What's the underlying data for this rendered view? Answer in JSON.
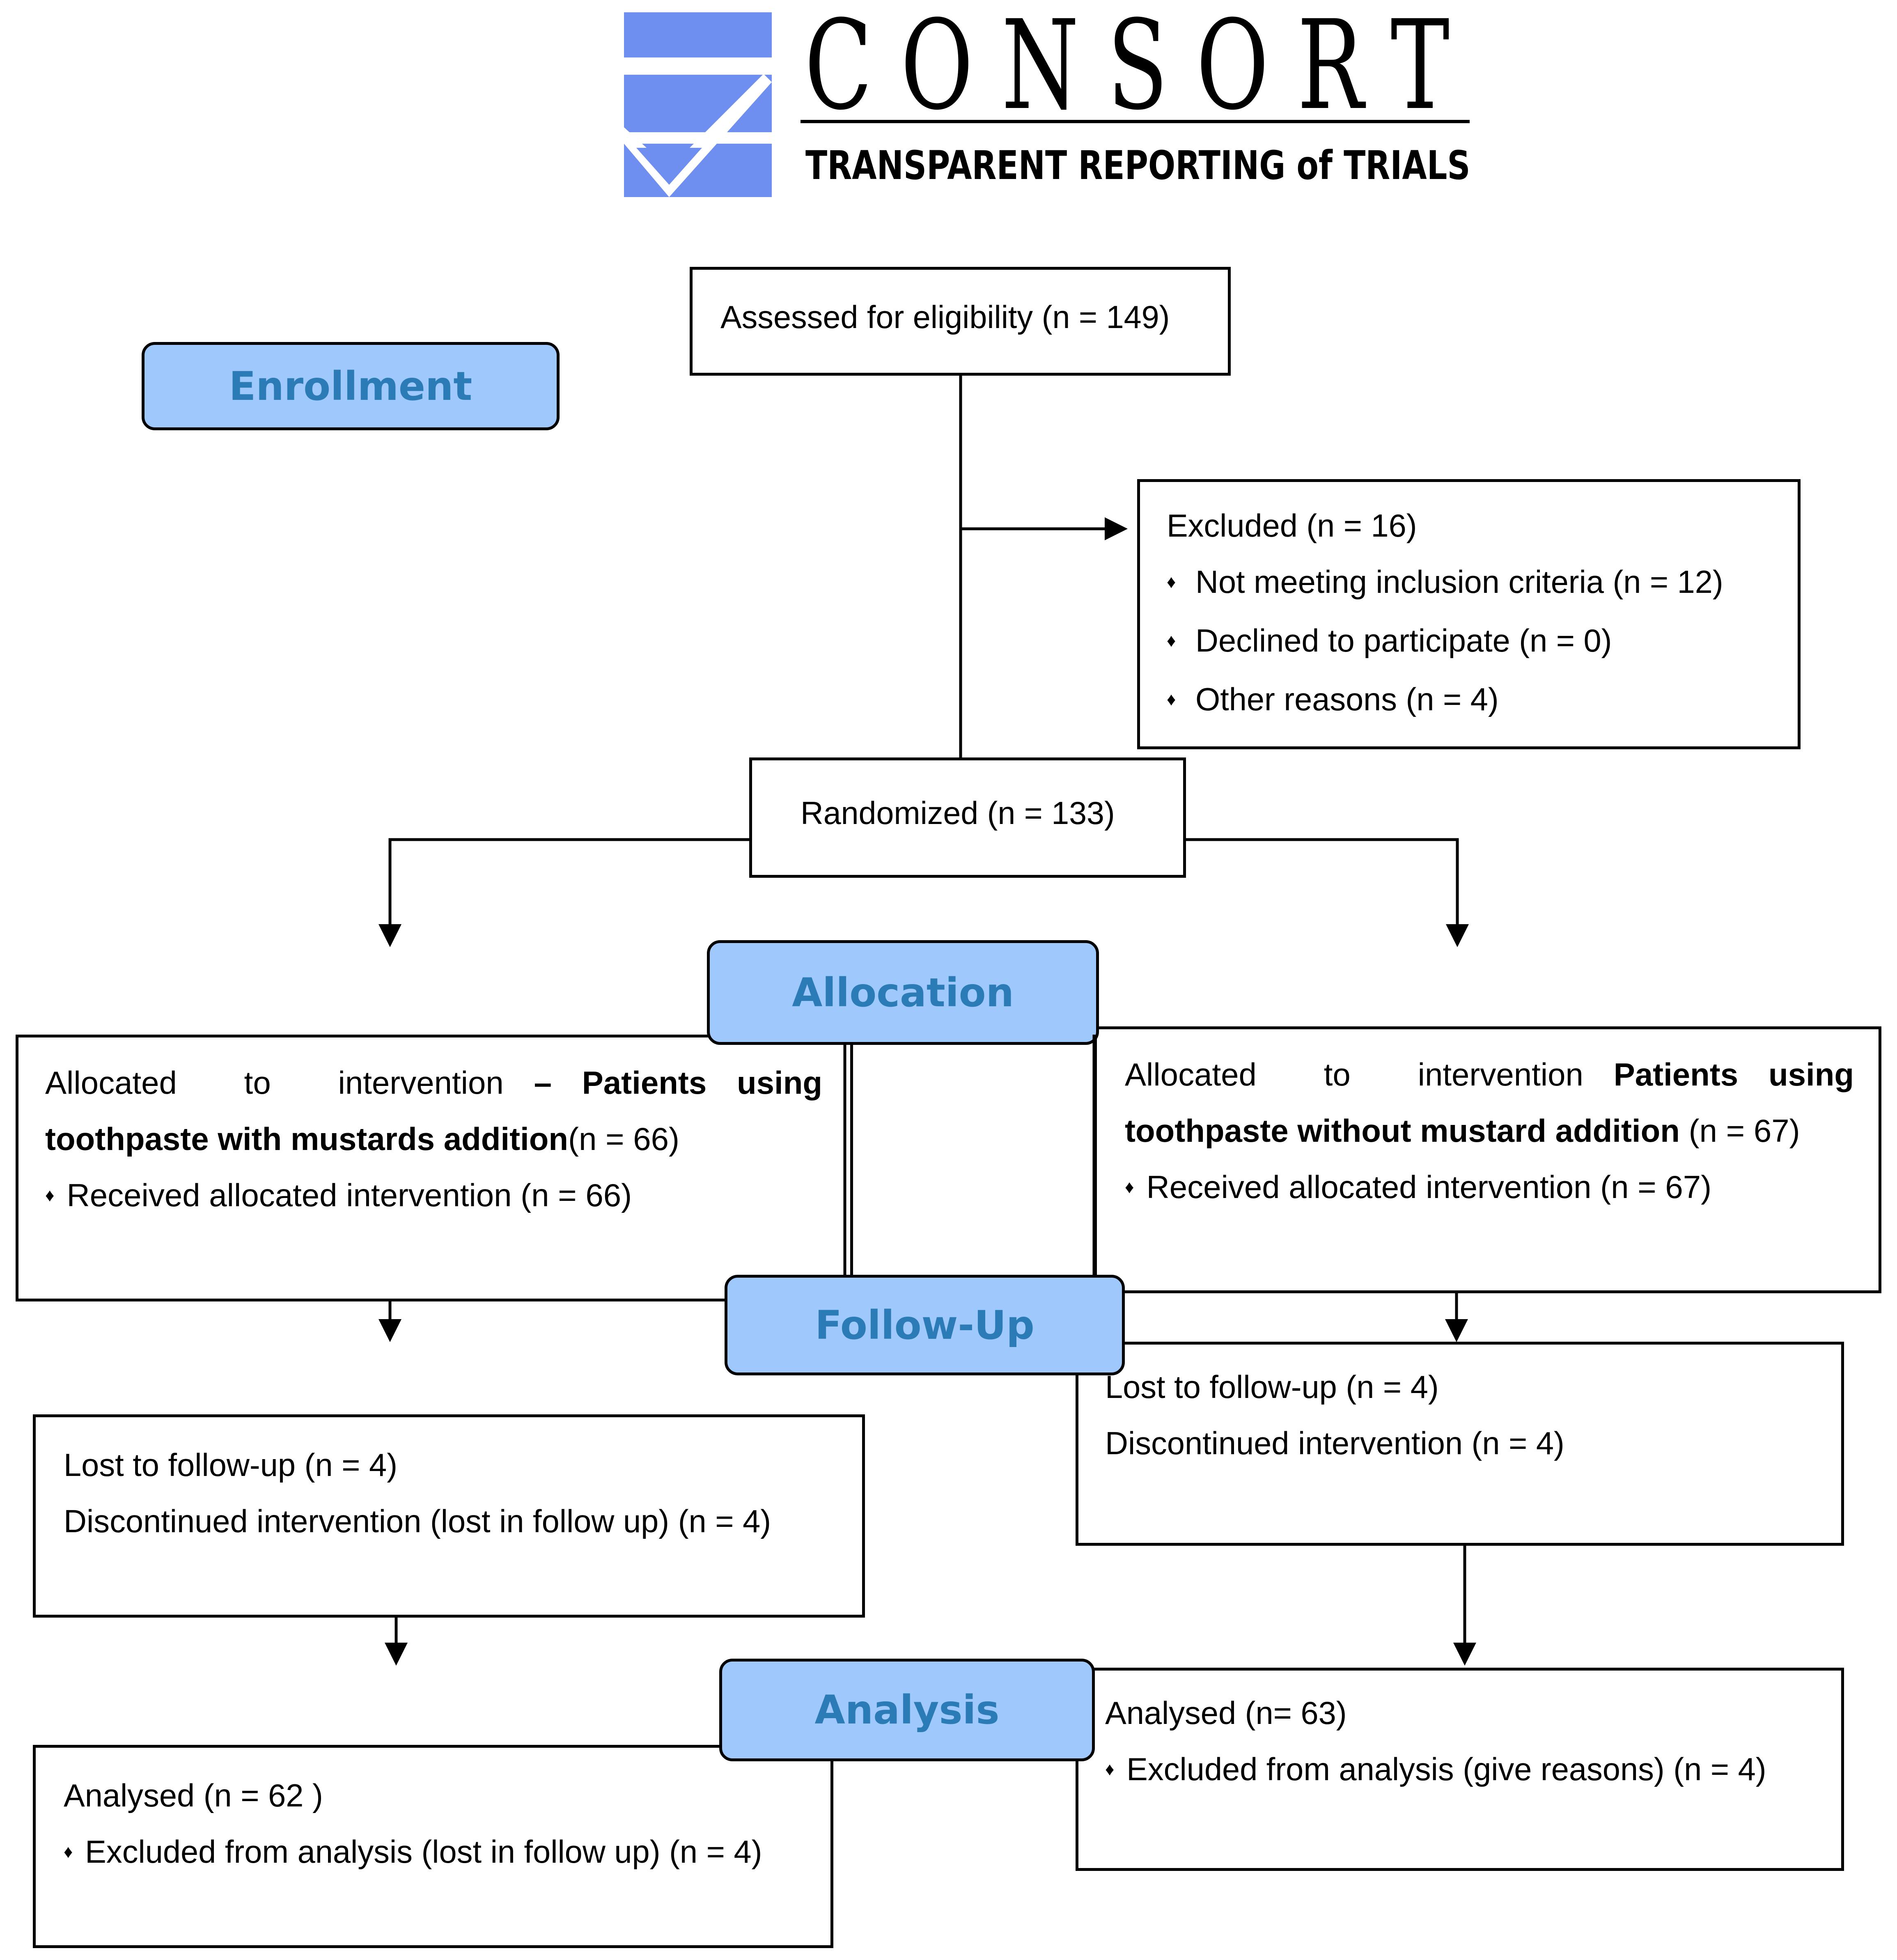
{
  "logo": {
    "name": "CONSORT",
    "tagline": "TRANSPARENT REPORTING of TRIALS",
    "color": "#6f8ff0"
  },
  "stages": {
    "enrollment": "Enrollment",
    "allocation": "Allocation",
    "follow_up": "Follow-Up",
    "analysis": "Analysis"
  },
  "colors": {
    "stage_fill": "#9fc8fd",
    "stage_text": "#2b7bb6"
  },
  "enrollment": {
    "assessed": "Assessed for eligibility (n = 149)",
    "excluded": {
      "title": "Excluded (n = 16)",
      "items": [
        "Not meeting inclusion criteria (n = 12)",
        "Declined to participate (n = 0)",
        "Other reasons (n = 4)"
      ]
    },
    "randomized": "Randomized (n = 133)"
  },
  "allocation": {
    "left": {
      "line1_prefix": "Allocated to intervention",
      "line1_dash": "–",
      "line1_bold_a": "Patients",
      "line1_bold_b": "using",
      "line2_bold": "toothpaste with mustards addition",
      "line2_suffix": "(n = 66)",
      "received": "Received allocated intervention (n = 66)"
    },
    "right": {
      "line1_prefix": "Allocated to intervention",
      "line1_bold_a": "Patients",
      "line1_bold_b": "using",
      "line2_bold": "toothpaste without mustard addition",
      "line2_suffix": " (n = 67)",
      "received": "Received allocated intervention (n = 67)"
    }
  },
  "follow_up": {
    "left": {
      "lost": "Lost to follow-up (n = 4)",
      "discontinued": "Discontinued intervention (lost in follow up) (n = 4)"
    },
    "right": {
      "lost": "Lost to follow-up (n = 4)",
      "discontinued": "Discontinued intervention (n = 4)"
    }
  },
  "analysis": {
    "left": {
      "analysed": "Analysed (n = 62 )",
      "excluded": "Excluded from analysis (lost in follow up) (n = 4)"
    },
    "right": {
      "analysed": "Analysed (n= 63)",
      "excluded": "Excluded from analysis (give reasons) (n = 4)"
    }
  }
}
